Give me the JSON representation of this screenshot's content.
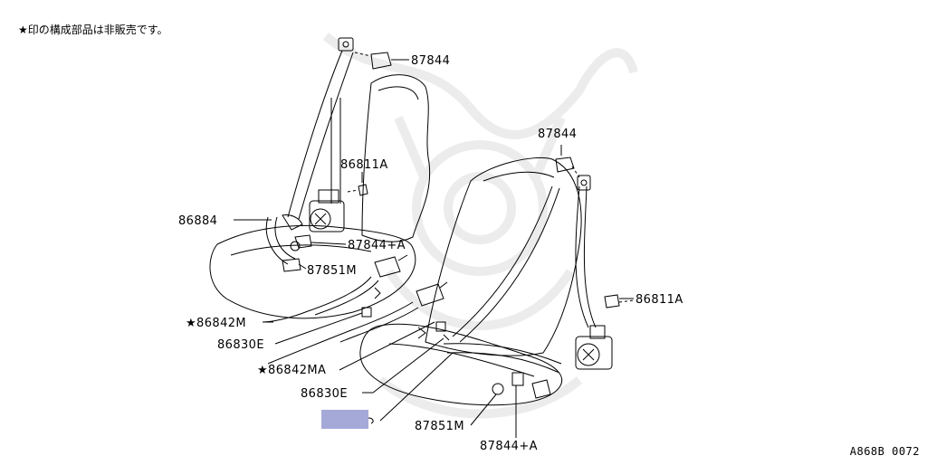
{
  "note": "★印の構成部品は非販売です。",
  "diagram_code": "A868B 0072",
  "labels": {
    "p87844_top": "87844",
    "p86811a_left": "86811A",
    "p86884": "86884",
    "p87844a_left": "87844+A",
    "p87851m_left": "87851M",
    "p86842m": "★86842M",
    "p86830e_left": "86830E",
    "p86842ma": "★86842MA",
    "p86830e_right": "86830E",
    "p87851m_right": "87851M",
    "p87844a_right": "87844+A",
    "p87844_right": "87844",
    "p86811a_right": "86811A"
  },
  "colors": {
    "line": "#000000",
    "highlight": "#a5a9d8",
    "watermark": "#ececec"
  }
}
